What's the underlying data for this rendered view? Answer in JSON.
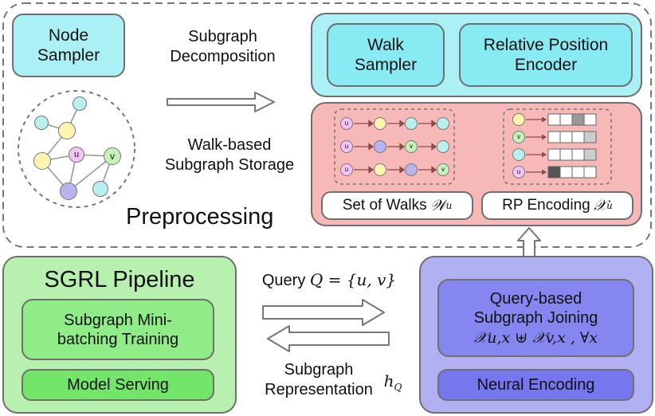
{
  "preprocessing": {
    "title": "Preprocessing",
    "node_sampler": "Node\nSampler",
    "subgraph_decomposition": "Subgraph\nDecomposition",
    "walk_storage": "Walk-based\nSubgraph Storage",
    "walk_sampler": "Walk\nSampler",
    "rp_encoder": "Relative Position\nEncoder",
    "set_of_walks": "Set of Walks",
    "set_of_walks_math": "𝒲",
    "set_of_walks_sub": "u",
    "rp_encoding": "RP Encoding",
    "rp_encoding_math": "𝒳",
    "rp_encoding_sub": "u",
    "graph_node_labels": [
      "u",
      "v"
    ],
    "walk_rows": [
      [
        "u",
        "",
        "",
        "",
        ""
      ],
      [
        "u",
        "",
        "v",
        "",
        ""
      ],
      [
        "u",
        "",
        "",
        "",
        "v"
      ]
    ],
    "rp_rows": [
      "",
      "v",
      "",
      "u"
    ]
  },
  "pipeline": {
    "title": "SGRL Pipeline",
    "training": "Subgraph Mini-\nbatching Training",
    "serving": "Model Serving"
  },
  "query": {
    "label": "Query",
    "math": "Q = {u, v}"
  },
  "representation": {
    "label": "Subgraph\nRepresentation",
    "math": "h",
    "math_sub": "Q"
  },
  "joining": {
    "label": "Query-based\nSubgraph Joining",
    "math": "𝒳u,x ⊎ 𝒳v,x , ∀x"
  },
  "neural": {
    "label": "Neural Encoding"
  },
  "colors": {
    "yellow": "#fff3b0",
    "teal": "#b8f0f0",
    "purple": "#b7b4f0",
    "pink": "#f4c4f4",
    "green": "#c6f2b8",
    "cyan_panel": "#aaf0f5",
    "pink_panel": "#f7b8b8",
    "green_panel": "#b8f0b0",
    "lavender_panel": "#b0b0f2"
  }
}
